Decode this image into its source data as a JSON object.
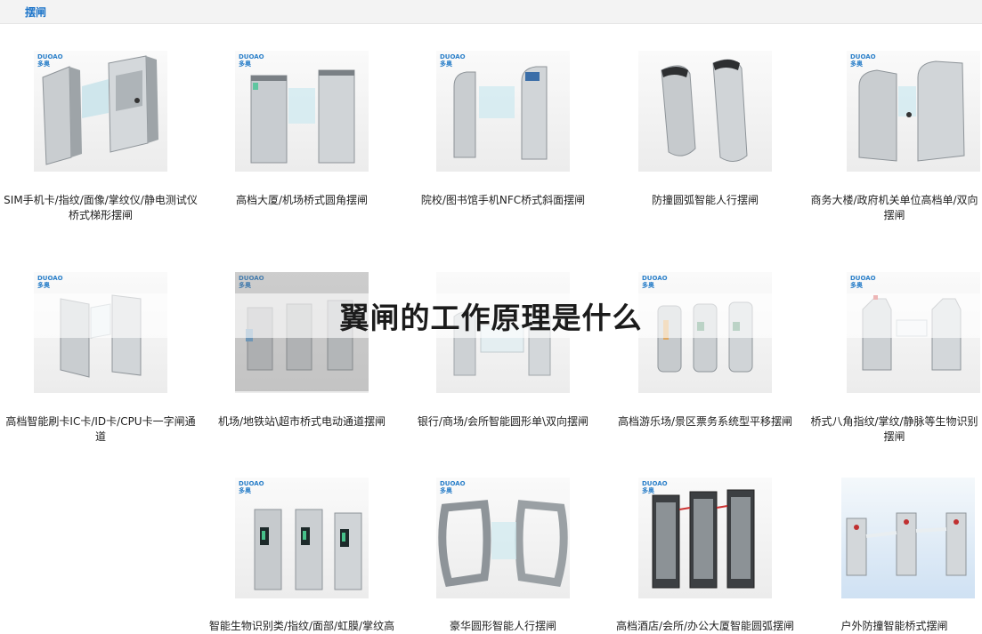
{
  "header": {
    "breadcrumb": "摆闸"
  },
  "watermark_logo": {
    "line1": "DUOAO",
    "line2": "多奥"
  },
  "title_banner": "翼闸的工作原理是什么",
  "products": [
    {
      "caption": "SIM手机卡/指纹/面像/掌纹仪/静电测试仪桥式梯形摆闸"
    },
    {
      "caption": "高档大厦/机场桥式圆角摆闸"
    },
    {
      "caption": "院校/图书馆手机NFC桥式斜面摆闸"
    },
    {
      "caption": "防撞圆弧智能人行摆闸"
    },
    {
      "caption": "商务大楼/政府机关单位高档单/双向摆闸"
    },
    {
      "caption": "高档智能刷卡IC卡/ID卡/CPU卡一字闸通道"
    },
    {
      "caption": "机场/地铁站\\超市桥式电动通道摆闸"
    },
    {
      "caption": "银行/商场/会所智能圆形单\\双向摆闸"
    },
    {
      "caption": "高档游乐场/景区票务系统型平移摆闸"
    },
    {
      "caption": "桥式八角指纹/掌纹/静脉等生物识别摆闸"
    },
    {
      "caption": "智能生物识别类/指纹/面部/虹膜/掌纹高"
    },
    {
      "caption": "豪华圆形智能人行摆闸"
    },
    {
      "caption": "高档酒店/会所/办公大厦智能圆弧摆闸"
    },
    {
      "caption": "户外防撞智能桥式摆闸"
    }
  ]
}
